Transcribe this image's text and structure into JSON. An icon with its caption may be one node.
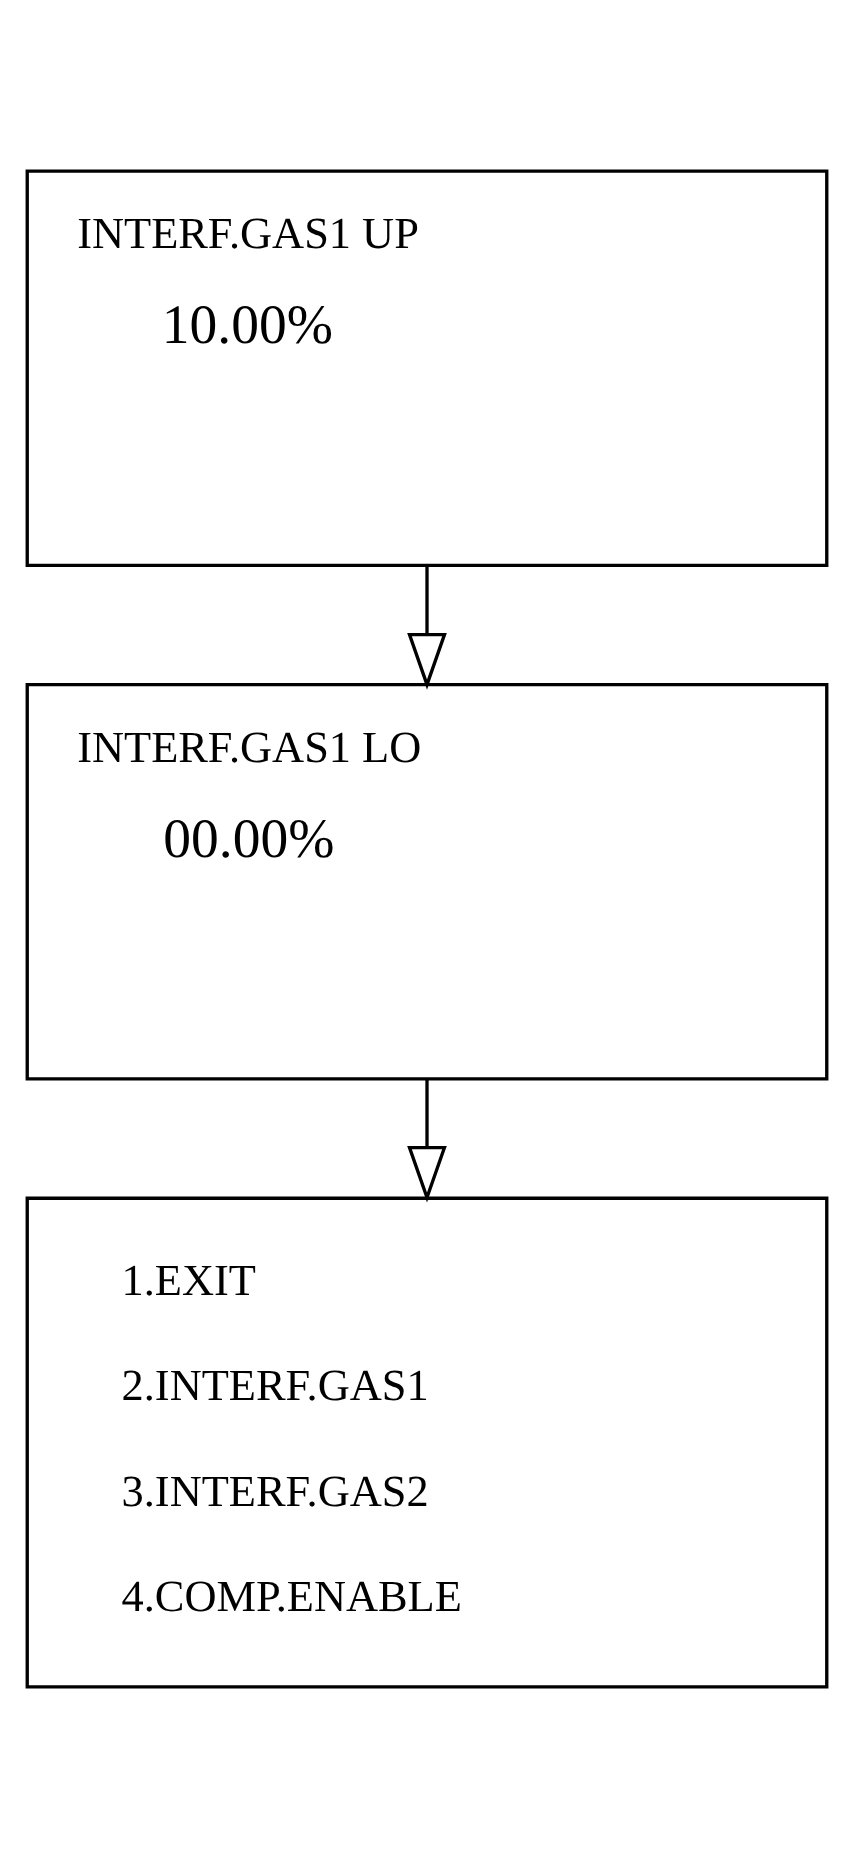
{
  "diagram": {
    "nodes": [
      {
        "text": [
          "INTERF.GAS1 UP",
          "10.00%"
        ]
      },
      {
        "text": [
          "INTERF.GAS1 LO",
          "00.00%"
        ]
      },
      {
        "text": [
          "1.EXIT",
          "2.INTERF.GAS1",
          "3.INTERF.GAS2",
          "4.COMP.ENABLE"
        ]
      }
    ],
    "edges": [
      {
        "from": 0,
        "to": 1,
        "arrow": "to"
      },
      {
        "from": 1,
        "to": 2,
        "arrow": "to"
      }
    ]
  }
}
